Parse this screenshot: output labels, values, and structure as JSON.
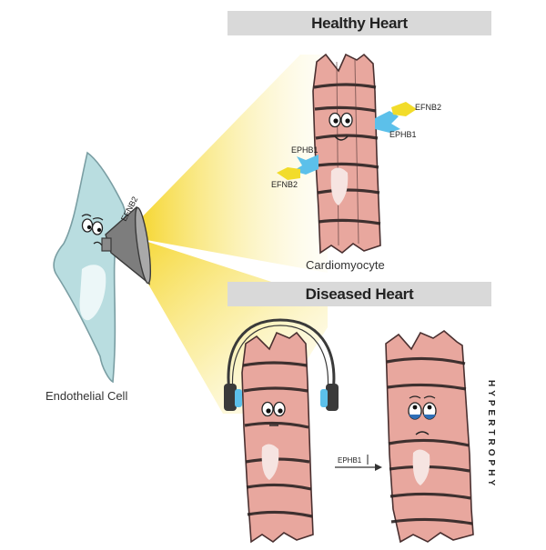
{
  "headers": {
    "healthy": "Healthy Heart",
    "diseased": "Diseased Heart"
  },
  "labels": {
    "endothelial_cell": "Endothelial Cell",
    "cardiomyocyte": "Cardiomyocyte",
    "efnb2_megaphone": "EFNB2",
    "efnb2_right": "EFNB2",
    "ephb1_right": "EPHB1",
    "ephb1_left": "EPHB1",
    "efnb2_left": "EFNB2",
    "ephb1_arrow": "EPHB1",
    "hypertrophy": "HYPERTROPHY"
  },
  "colors": {
    "endothelial": "#b9dde0",
    "endothelial_stroke": "#7a9ea3",
    "nucleus": "#ecf7f8",
    "cardiomyocyte": "#e8a79e",
    "cardio_stroke": "#4a3030",
    "striation": "#2c2424",
    "cardio_nucleus": "#f6e4e1",
    "beam": "#f5d320",
    "ligand_yellow": "#f2dc2a",
    "receptor_blue": "#5cc0ea",
    "headphones": "#3a3a3a",
    "tear": "#2f6fb8"
  }
}
